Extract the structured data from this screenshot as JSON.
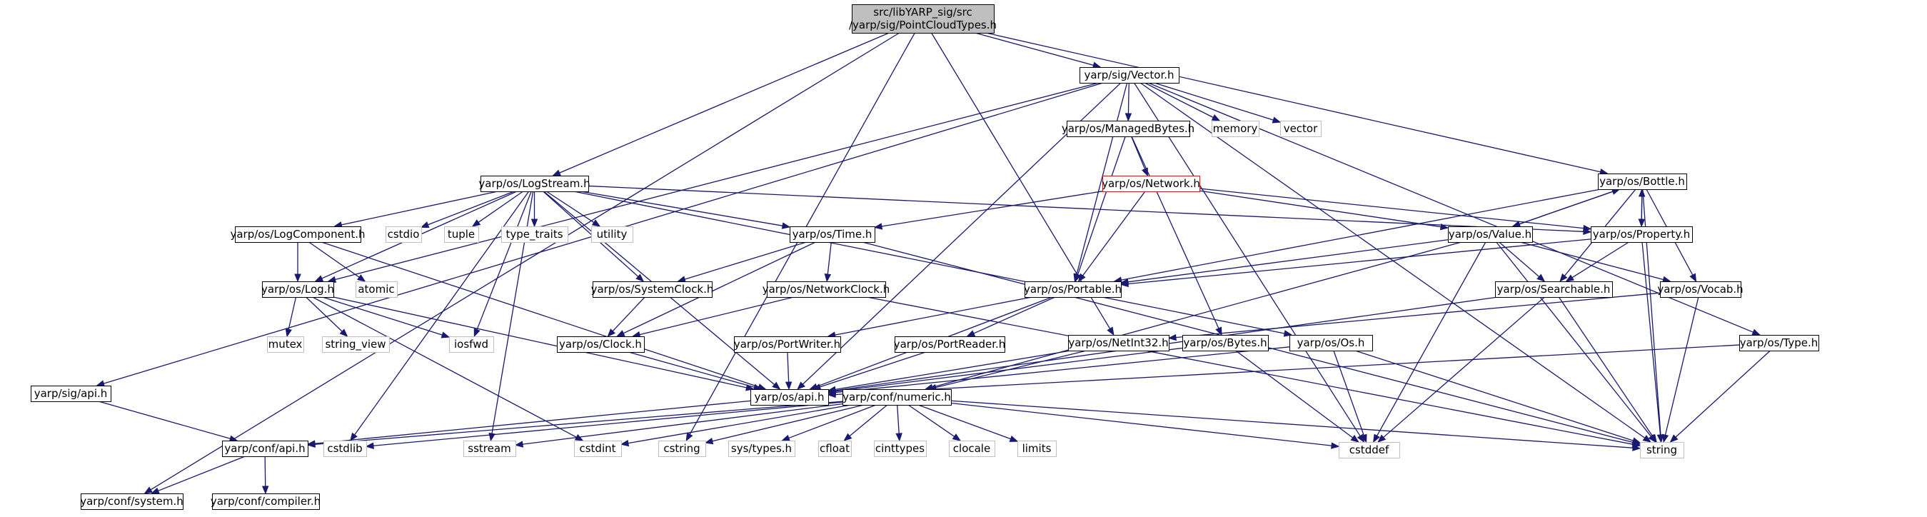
{
  "colors": {
    "edge": "#191970",
    "root_fill": "#bfbfbf",
    "root_border": "#000000",
    "header_border": "#000000",
    "system_border": "#bfbfbf",
    "highlight_border": "#ff0000",
    "text": "#000000"
  },
  "nodes": [
    {
      "id": "root",
      "lines": [
        "src/libYARP_sig/src",
        "/yarp/sig/PointCloudTypes.h"
      ],
      "kind": "root"
    },
    {
      "id": "sig_vector",
      "lines": [
        "yarp/sig/Vector.h"
      ],
      "kind": "header"
    },
    {
      "id": "conf_system",
      "lines": [
        "yarp/conf/system.h"
      ],
      "kind": "header"
    },
    {
      "id": "os_logstream",
      "lines": [
        "yarp/os/LogStream.h"
      ],
      "kind": "header"
    },
    {
      "id": "os_netint32",
      "lines": [
        "yarp/os/NetInt32.h"
      ],
      "kind": "header"
    },
    {
      "id": "os_bottle",
      "lines": [
        "yarp/os/Bottle.h"
      ],
      "kind": "header"
    },
    {
      "id": "sig_api",
      "lines": [
        "yarp/sig/api.h"
      ],
      "kind": "header"
    },
    {
      "id": "os_managedbytes",
      "lines": [
        "yarp/os/ManagedBytes.h"
      ],
      "kind": "header"
    },
    {
      "id": "memory",
      "lines": [
        "memory"
      ],
      "kind": "system"
    },
    {
      "id": "vector",
      "lines": [
        "vector"
      ],
      "kind": "system"
    },
    {
      "id": "os_network",
      "lines": [
        "yarp/os/Network.h"
      ],
      "kind": "highlight"
    },
    {
      "id": "os_logcomponent",
      "lines": [
        "yarp/os/LogComponent.h"
      ],
      "kind": "header"
    },
    {
      "id": "cstdio",
      "lines": [
        "cstdio"
      ],
      "kind": "system"
    },
    {
      "id": "tuple",
      "lines": [
        "tuple"
      ],
      "kind": "system"
    },
    {
      "id": "type_traits",
      "lines": [
        "type_traits"
      ],
      "kind": "system"
    },
    {
      "id": "utility",
      "lines": [
        "utility"
      ],
      "kind": "system"
    },
    {
      "id": "os_time",
      "lines": [
        "yarp/os/Time.h"
      ],
      "kind": "header"
    },
    {
      "id": "os_value",
      "lines": [
        "yarp/os/Value.h"
      ],
      "kind": "header"
    },
    {
      "id": "os_property",
      "lines": [
        "yarp/os/Property.h"
      ],
      "kind": "header"
    },
    {
      "id": "os_log",
      "lines": [
        "yarp/os/Log.h"
      ],
      "kind": "header"
    },
    {
      "id": "atomic",
      "lines": [
        "atomic"
      ],
      "kind": "system"
    },
    {
      "id": "os_systemclock",
      "lines": [
        "yarp/os/SystemClock.h"
      ],
      "kind": "header"
    },
    {
      "id": "os_networkclock",
      "lines": [
        "yarp/os/NetworkClock.h"
      ],
      "kind": "header"
    },
    {
      "id": "os_portable",
      "lines": [
        "yarp/os/Portable.h"
      ],
      "kind": "header"
    },
    {
      "id": "os_searchable",
      "lines": [
        "yarp/os/Searchable.h"
      ],
      "kind": "header"
    },
    {
      "id": "os_vocab",
      "lines": [
        "yarp/os/Vocab.h"
      ],
      "kind": "header"
    },
    {
      "id": "mutex",
      "lines": [
        "mutex"
      ],
      "kind": "system"
    },
    {
      "id": "string_view",
      "lines": [
        "string_view"
      ],
      "kind": "system"
    },
    {
      "id": "iosfwd",
      "lines": [
        "iosfwd"
      ],
      "kind": "system"
    },
    {
      "id": "os_clock",
      "lines": [
        "yarp/os/Clock.h"
      ],
      "kind": "header"
    },
    {
      "id": "os_portwriter",
      "lines": [
        "yarp/os/PortWriter.h"
      ],
      "kind": "header"
    },
    {
      "id": "os_portreader",
      "lines": [
        "yarp/os/PortReader.h"
      ],
      "kind": "header"
    },
    {
      "id": "os_bytes",
      "lines": [
        "yarp/os/Bytes.h"
      ],
      "kind": "header"
    },
    {
      "id": "os_os",
      "lines": [
        "yarp/os/Os.h"
      ],
      "kind": "header"
    },
    {
      "id": "os_type",
      "lines": [
        "yarp/os/Type.h"
      ],
      "kind": "header"
    },
    {
      "id": "os_api",
      "lines": [
        "yarp/os/api.h"
      ],
      "kind": "header"
    },
    {
      "id": "conf_numeric",
      "lines": [
        "yarp/conf/numeric.h"
      ],
      "kind": "header"
    },
    {
      "id": "conf_api",
      "lines": [
        "yarp/conf/api.h"
      ],
      "kind": "header"
    },
    {
      "id": "cstdlib",
      "lines": [
        "cstdlib"
      ],
      "kind": "system"
    },
    {
      "id": "sstream",
      "lines": [
        "sstream"
      ],
      "kind": "system"
    },
    {
      "id": "cstdint",
      "lines": [
        "cstdint"
      ],
      "kind": "system"
    },
    {
      "id": "cstring",
      "lines": [
        "cstring"
      ],
      "kind": "system"
    },
    {
      "id": "sys_types",
      "lines": [
        "sys/types.h"
      ],
      "kind": "system"
    },
    {
      "id": "cfloat",
      "lines": [
        "cfloat"
      ],
      "kind": "system"
    },
    {
      "id": "cinttypes",
      "lines": [
        "cinttypes"
      ],
      "kind": "system"
    },
    {
      "id": "clocale",
      "lines": [
        "clocale"
      ],
      "kind": "system"
    },
    {
      "id": "limits",
      "lines": [
        "limits"
      ],
      "kind": "system"
    },
    {
      "id": "cstddef",
      "lines": [
        "cstddef"
      ],
      "kind": "system"
    },
    {
      "id": "string",
      "lines": [
        "string"
      ],
      "kind": "system"
    },
    {
      "id": "conf_compiler",
      "lines": [
        "yarp/conf/compiler.h"
      ],
      "kind": "header"
    }
  ],
  "edges": [
    [
      "root",
      "conf_system"
    ],
    [
      "root",
      "os_logstream"
    ],
    [
      "root",
      "os_netint32"
    ],
    [
      "root",
      "sig_vector"
    ],
    [
      "root",
      "os_bottle"
    ],
    [
      "sig_vector",
      "sig_api"
    ],
    [
      "sig_vector",
      "os_log"
    ],
    [
      "sig_vector",
      "os_api"
    ],
    [
      "sig_vector",
      "os_portable"
    ],
    [
      "sig_vector",
      "os_managedbytes"
    ],
    [
      "sig_vector",
      "memory"
    ],
    [
      "sig_vector",
      "vector"
    ],
    [
      "sig_vector",
      "cstddef"
    ],
    [
      "sig_vector",
      "string"
    ],
    [
      "sig_vector",
      "os_type"
    ],
    [
      "sig_api",
      "conf_api"
    ],
    [
      "os_managedbytes",
      "os_network"
    ],
    [
      "os_managedbytes",
      "os_portable"
    ],
    [
      "os_managedbytes",
      "os_bytes"
    ],
    [
      "os_network",
      "os_time"
    ],
    [
      "os_network",
      "os_portable"
    ],
    [
      "os_network",
      "os_value"
    ],
    [
      "os_network",
      "os_property"
    ],
    [
      "os_logstream",
      "os_log"
    ],
    [
      "os_logstream",
      "os_logcomponent"
    ],
    [
      "os_logstream",
      "cstdio"
    ],
    [
      "os_logstream",
      "tuple"
    ],
    [
      "os_logstream",
      "type_traits"
    ],
    [
      "os_logstream",
      "utility"
    ],
    [
      "os_logstream",
      "os_time"
    ],
    [
      "os_logstream",
      "os_systemclock"
    ],
    [
      "os_logstream",
      "iosfwd"
    ],
    [
      "os_logstream",
      "os_api"
    ],
    [
      "os_logstream",
      "os_os"
    ],
    [
      "os_logstream",
      "os_property"
    ],
    [
      "os_logstream",
      "sstream"
    ],
    [
      "os_logstream",
      "cstdlib"
    ],
    [
      "os_logcomponent",
      "os_log"
    ],
    [
      "os_logcomponent",
      "atomic"
    ],
    [
      "os_logcomponent",
      "os_api"
    ],
    [
      "os_log",
      "mutex"
    ],
    [
      "os_log",
      "string_view"
    ],
    [
      "os_log",
      "iosfwd"
    ],
    [
      "os_log",
      "os_api"
    ],
    [
      "os_log",
      "cstdint"
    ],
    [
      "os_time",
      "os_systemclock"
    ],
    [
      "os_time",
      "os_networkclock"
    ],
    [
      "os_time",
      "os_clock"
    ],
    [
      "os_time",
      "string"
    ],
    [
      "os_systemclock",
      "os_clock"
    ],
    [
      "os_networkclock",
      "os_clock"
    ],
    [
      "os_networkclock",
      "string"
    ],
    [
      "os_clock",
      "os_api"
    ],
    [
      "os_bottle",
      "os_portable"
    ],
    [
      "os_bottle",
      "os_value"
    ],
    [
      "os_bottle",
      "os_property"
    ],
    [
      "os_bottle",
      "os_searchable"
    ],
    [
      "os_bottle",
      "os_vocab"
    ],
    [
      "os_bottle",
      "string"
    ],
    [
      "os_value",
      "os_bottle"
    ],
    [
      "os_value",
      "os_portable"
    ],
    [
      "os_value",
      "os_searchable"
    ],
    [
      "os_value",
      "os_vocab"
    ],
    [
      "os_value",
      "conf_numeric"
    ],
    [
      "os_value",
      "cstddef"
    ],
    [
      "os_value",
      "string"
    ],
    [
      "os_property",
      "os_bottle"
    ],
    [
      "os_property",
      "os_portable"
    ],
    [
      "os_property",
      "os_searchable"
    ],
    [
      "os_property",
      "string"
    ],
    [
      "os_portable",
      "os_portwriter"
    ],
    [
      "os_portable",
      "os_portreader"
    ],
    [
      "os_portable",
      "os_api"
    ],
    [
      "os_portwriter",
      "os_api"
    ],
    [
      "os_portreader",
      "os_api"
    ],
    [
      "os_searchable",
      "os_api"
    ],
    [
      "os_searchable",
      "cstddef"
    ],
    [
      "os_searchable",
      "string"
    ],
    [
      "os_vocab",
      "os_netint32"
    ],
    [
      "os_vocab",
      "string"
    ],
    [
      "os_netint32",
      "os_api"
    ],
    [
      "os_netint32",
      "conf_numeric"
    ],
    [
      "os_bytes",
      "os_api"
    ],
    [
      "os_bytes",
      "cstddef"
    ],
    [
      "os_os",
      "os_api"
    ],
    [
      "os_os",
      "cstddef"
    ],
    [
      "os_os",
      "string"
    ],
    [
      "os_type",
      "os_api"
    ],
    [
      "os_type",
      "string"
    ],
    [
      "os_api",
      "conf_api"
    ],
    [
      "conf_numeric",
      "conf_api"
    ],
    [
      "conf_numeric",
      "cstdlib"
    ],
    [
      "conf_numeric",
      "sstream"
    ],
    [
      "conf_numeric",
      "cstdint"
    ],
    [
      "conf_numeric",
      "cstring"
    ],
    [
      "conf_numeric",
      "sys_types"
    ],
    [
      "conf_numeric",
      "cfloat"
    ],
    [
      "conf_numeric",
      "cinttypes"
    ],
    [
      "conf_numeric",
      "clocale"
    ],
    [
      "conf_numeric",
      "limits"
    ],
    [
      "conf_numeric",
      "cstddef"
    ],
    [
      "conf_numeric",
      "string"
    ],
    [
      "conf_api",
      "conf_system"
    ],
    [
      "conf_api",
      "conf_compiler"
    ],
    [
      "root",
      "cstring"
    ]
  ]
}
